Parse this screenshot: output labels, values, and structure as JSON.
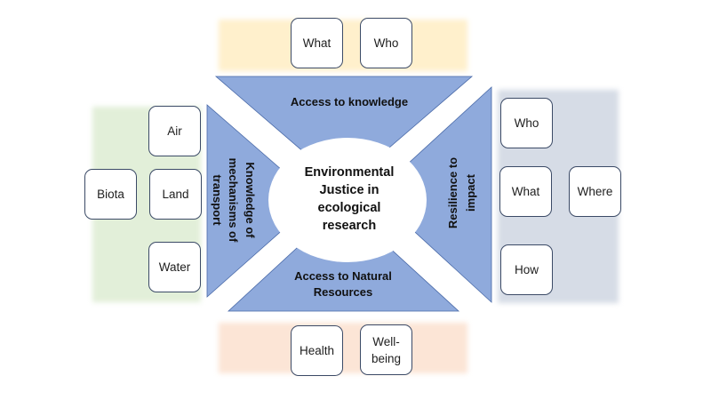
{
  "diagram": {
    "center": {
      "lines": [
        "Environmental",
        "Justice in",
        "ecological",
        "research"
      ]
    },
    "segments": {
      "top": {
        "lines": [
          "Access to knowledge"
        ]
      },
      "left": {
        "lines": [
          "Knowledge of",
          "mechanisms of",
          "transport"
        ]
      },
      "right": {
        "lines": [
          "Resilience to",
          "impact"
        ]
      },
      "bottom": {
        "lines": [
          "Access to Natural",
          "Resources"
        ]
      }
    },
    "groups": {
      "top": {
        "boxes": [
          {
            "lines": [
              "What"
            ]
          },
          {
            "lines": [
              "Who"
            ]
          }
        ]
      },
      "left": {
        "boxes": [
          {
            "lines": [
              "Air"
            ]
          },
          {
            "lines": [
              "Land"
            ]
          },
          {
            "lines": [
              "Water"
            ]
          },
          {
            "lines": [
              "Biota"
            ]
          }
        ]
      },
      "right": {
        "boxes": [
          {
            "lines": [
              "Who"
            ]
          },
          {
            "lines": [
              "What"
            ]
          },
          {
            "lines": [
              "How"
            ]
          },
          {
            "lines": [
              "Where"
            ]
          }
        ]
      },
      "bottom": {
        "boxes": [
          {
            "lines": [
              "Health"
            ]
          },
          {
            "lines": [
              "Well-",
              "being"
            ]
          }
        ]
      }
    },
    "colors": {
      "segment_fill": "#8faadc",
      "segment_stroke": "#4a6aa8",
      "band_top": "#fff0cc",
      "band_left": "#e2efd9",
      "band_right": "#d6dce6",
      "band_bottom": "#fce5d6",
      "box_border": "#3b4a66"
    }
  }
}
